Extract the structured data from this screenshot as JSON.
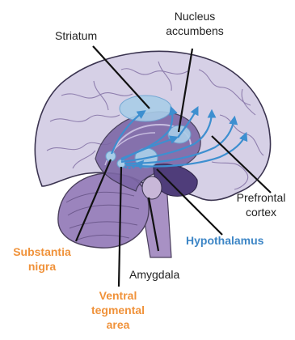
{
  "labels": {
    "striatum": "Striatum",
    "nucleus_accumbens": [
      "Nucleus",
      "accumbens"
    ],
    "prefrontal_cortex": [
      "Prefrontal",
      "cortex"
    ],
    "hypothalamus": "Hypothalamus",
    "amygdala": "Amygdala",
    "substantia_nigra": [
      "Substantia",
      "nigra"
    ],
    "ventral_tegmental_area": [
      "Ventral",
      "tegmental",
      "area"
    ]
  },
  "colors": {
    "label_default": "#222222",
    "label_dopamine_source": "#f0923a",
    "label_hypothalamus": "#3d86c6",
    "pathway_arrow": "#3d8fd0",
    "brain_fill": "#d6d0e6",
    "cerebellum_fill": "#9b84bd",
    "brainstem_fill": "#a891c4",
    "structure_highlight": "#a9cde8"
  },
  "icons": [
    "brain-illustration",
    "dopamine-pathway-arrows",
    "leader-lines"
  ]
}
